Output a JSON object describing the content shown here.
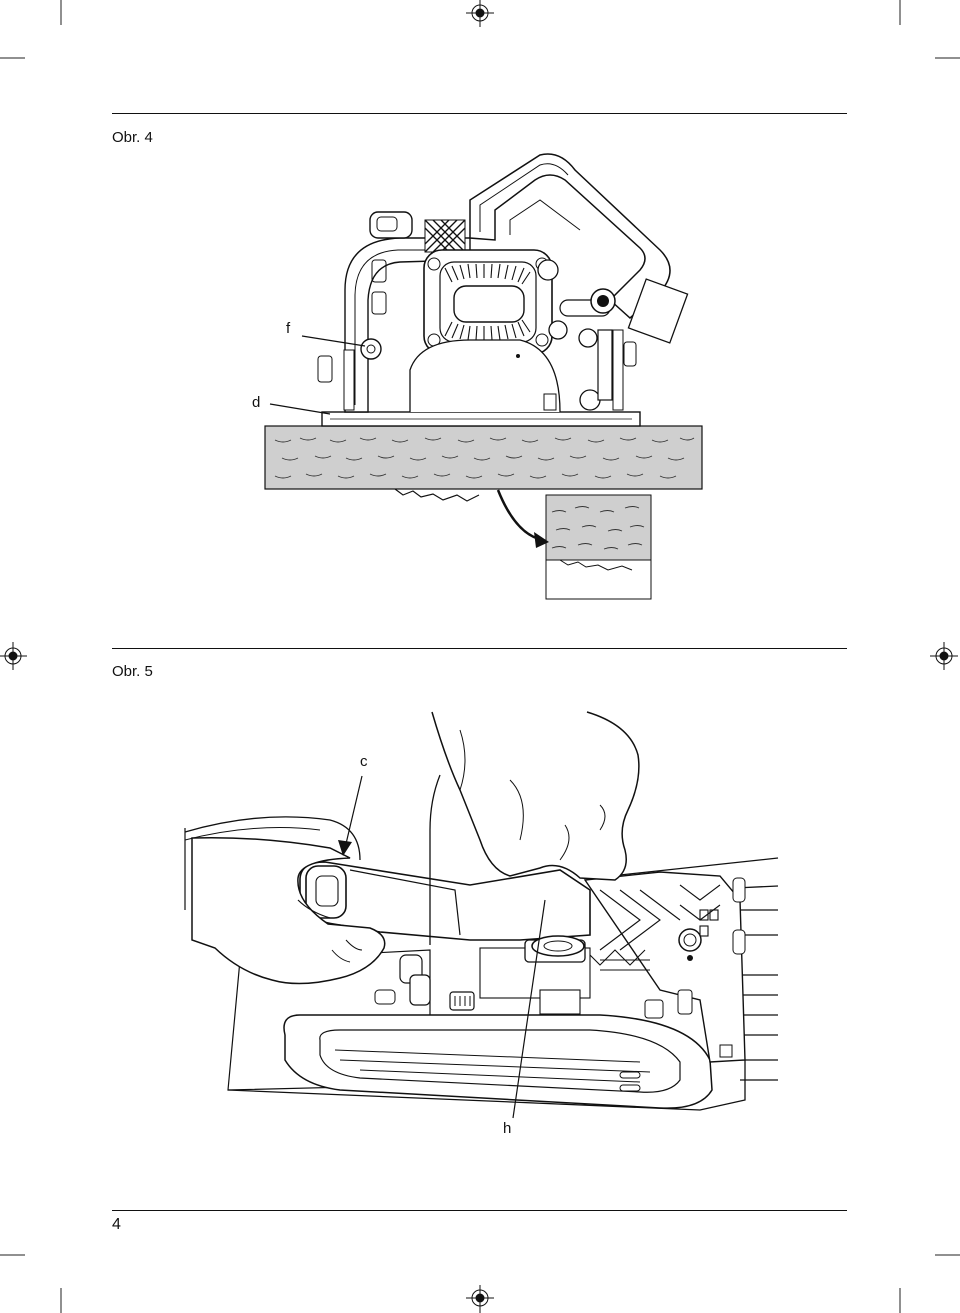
{
  "figures": [
    {
      "title": "Obr. 4",
      "callouts": {
        "f": "f",
        "d": "d"
      }
    },
    {
      "title": "Obr. 5",
      "callouts": {
        "c": "c",
        "h": "h"
      }
    }
  ],
  "footer": {
    "page_number": "4"
  }
}
